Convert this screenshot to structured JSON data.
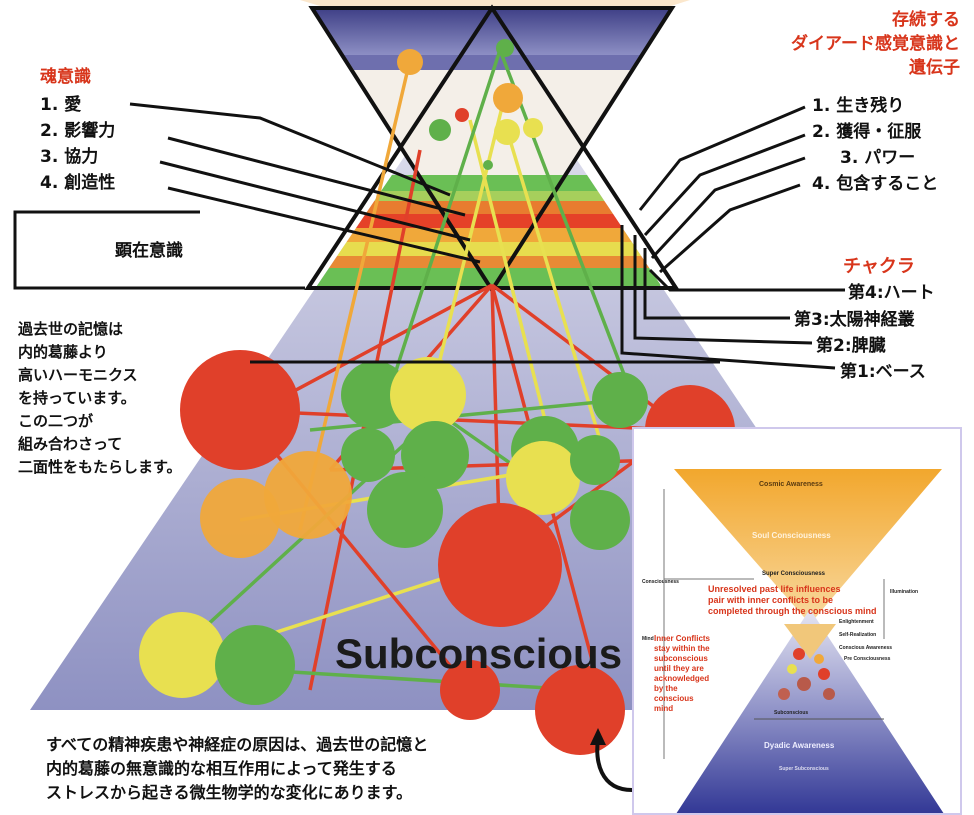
{
  "colors": {
    "red": "#e0402a",
    "orange": "#f0a83a",
    "yellow": "#e8e050",
    "green": "#5fb04a",
    "purple": "#4a4f93",
    "label_red": "#d8351b"
  },
  "soul": {
    "title": "魂意識",
    "items": [
      "1. 愛",
      "2. 影響力",
      "3. 協力",
      "4. 創造性"
    ]
  },
  "dyadic": {
    "title_lines": [
      "存続する",
      "ダイアード感覚意識と",
      "遺伝子"
    ],
    "items": [
      "1. 生き残り",
      "2. 獲得・征服",
      "3. パワー",
      "4. 包含すること"
    ]
  },
  "conscious_label": "顕在意識",
  "chakra": {
    "title": "チャクラ",
    "items": [
      "第4:ハート",
      "第3:太陽神経叢",
      "第2:脾臓",
      "第1:ベース"
    ]
  },
  "past_life_note": [
    "過去世の記憶は",
    "内的葛藤より",
    "高いハーモニクス",
    "を持っています。",
    "この二つが",
    "組み合わさって",
    "二面性をもたらします。"
  ],
  "subconscious_label": "Subconscious",
  "bottom_note": [
    "すべての精神疾患や神経症の原因は、過去世の記憶と",
    "内的葛藤の無意識的な相互作用によって発生する",
    "ストレスから起きる微生物学的な変化にあります。"
  ],
  "inset": {
    "cosmic": "Cosmic Awareness",
    "soul": "Soul Consciousness",
    "super_consciousness": "Super Consciousness",
    "consciousness": "Consciousness",
    "illumination": "Illumination",
    "unresolved": [
      "Unresolved past life influences",
      "pair with inner conflicts to be",
      "completed through the conscious mind"
    ],
    "mind": "Mind",
    "inner_conflicts": [
      "Inner Conflicts",
      "stay within the",
      "subconscious",
      "until they are",
      "acknowledged",
      "by the",
      "conscious",
      "mind"
    ],
    "enlightenment": "Enlightenment",
    "self_realization": "Self-Realization",
    "conscious_awareness": "Conscious Awareness",
    "pre_consciousness": "Pre Consciousness",
    "subconscious": "Subconscious",
    "dyadic": "Dyadic Awareness",
    "super_subconscious": "Super Subconscious"
  }
}
